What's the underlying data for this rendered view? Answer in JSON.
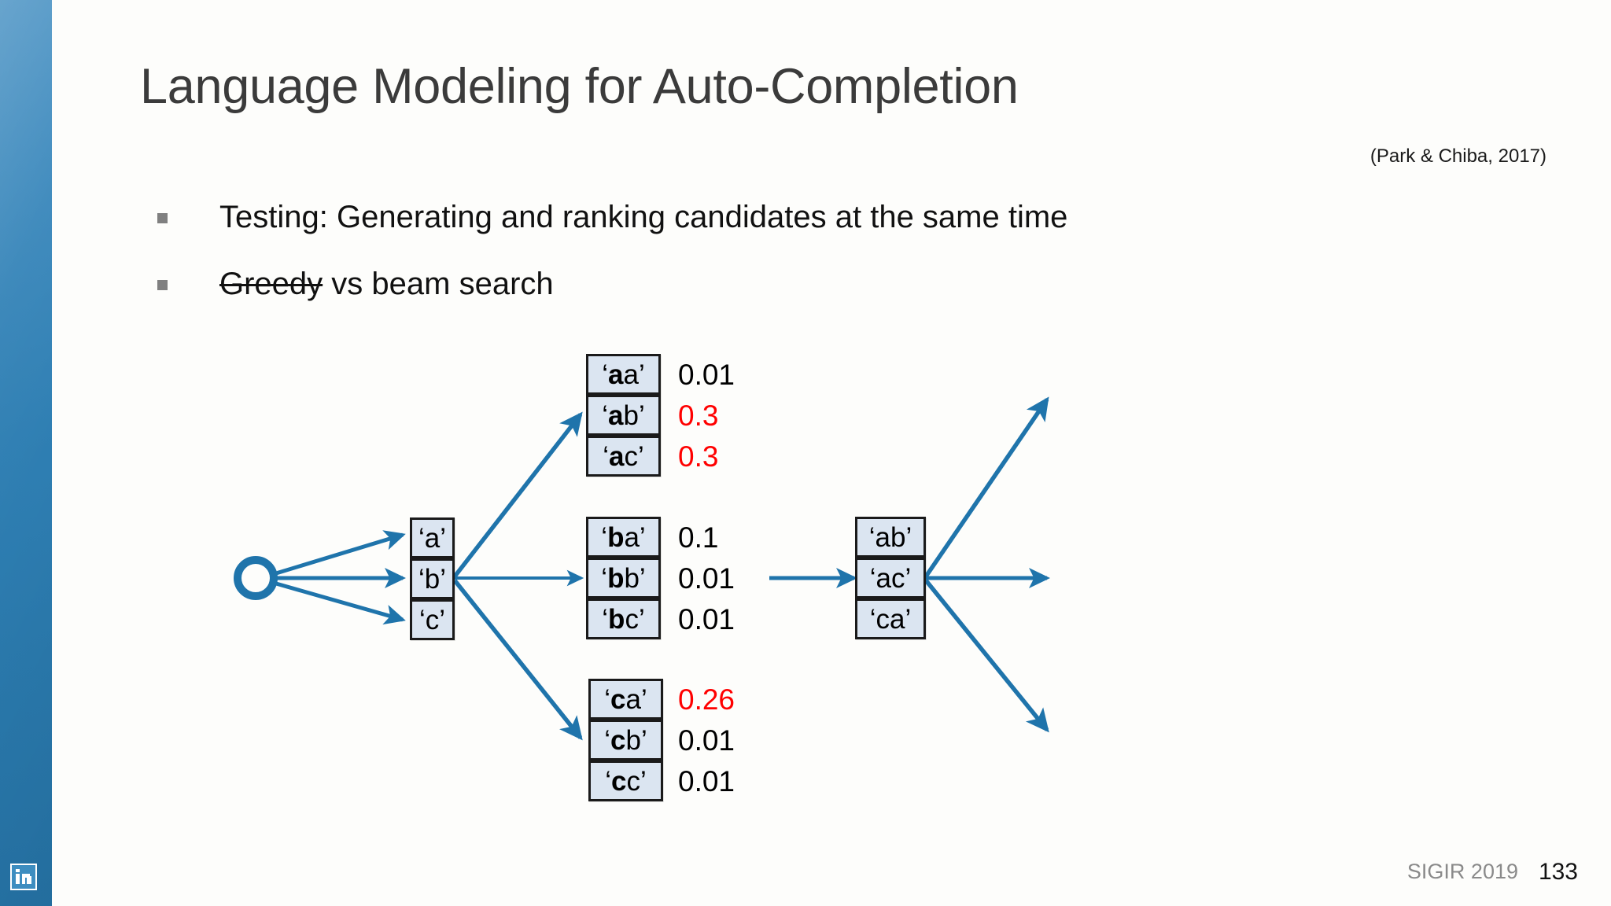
{
  "slide": {
    "title": "Language Modeling for Auto-Completion",
    "citation": "(Park & Chiba, 2017)",
    "accent_color": "#2f7fb3",
    "box_fill_color": "#dbe5f1",
    "arrow_color": "#1f74ab",
    "highlight_color": "#ff0000"
  },
  "bullets": [
    {
      "text": "Testing: Generating and ranking candidates at the same time",
      "struck_prefix": ""
    },
    {
      "text": " vs beam search",
      "struck_prefix": "Greedy"
    }
  ],
  "diagram": {
    "root": {
      "name": "root-node",
      "label": ""
    },
    "level1": [
      {
        "id": "a",
        "quote_open": "‘",
        "bold": "a",
        "rest": "",
        "quote_close": "’"
      },
      {
        "id": "b",
        "quote_open": "‘",
        "bold": "b",
        "rest": "",
        "quote_close": "’"
      },
      {
        "id": "c",
        "quote_open": "‘",
        "bold": "c",
        "rest": "",
        "quote_close": "’"
      }
    ],
    "level2_groups": [
      {
        "group": "a",
        "items": [
          {
            "id": "aa",
            "quote_open": "‘",
            "bold": "a",
            "rest": "a",
            "quote_close": "’",
            "prob": "0.01",
            "highlight": false
          },
          {
            "id": "ab",
            "quote_open": "‘",
            "bold": "a",
            "rest": "b",
            "quote_close": "’",
            "prob": "0.3",
            "highlight": true
          },
          {
            "id": "ac",
            "quote_open": "‘",
            "bold": "a",
            "rest": "c",
            "quote_close": "’",
            "prob": "0.3",
            "highlight": true
          }
        ]
      },
      {
        "group": "b",
        "items": [
          {
            "id": "ba",
            "quote_open": "‘",
            "bold": "b",
            "rest": "a",
            "quote_close": "’",
            "prob": "0.1",
            "highlight": false
          },
          {
            "id": "bb",
            "quote_open": "‘",
            "bold": "b",
            "rest": "b",
            "quote_close": "’",
            "prob": "0.01",
            "highlight": false
          },
          {
            "id": "bc",
            "quote_open": "‘",
            "bold": "b",
            "rest": "c",
            "quote_close": "’",
            "prob": "0.01",
            "highlight": false
          }
        ]
      },
      {
        "group": "c",
        "items": [
          {
            "id": "ca",
            "quote_open": "‘",
            "bold": "c",
            "rest": "a",
            "quote_close": "’",
            "prob": "0.26",
            "highlight": true
          },
          {
            "id": "cb",
            "quote_open": "‘",
            "bold": "c",
            "rest": "b",
            "quote_close": "’",
            "prob": "0.01",
            "highlight": false
          },
          {
            "id": "cc",
            "quote_open": "‘",
            "bold": "c",
            "rest": "c",
            "quote_close": "’",
            "prob": "0.01",
            "highlight": false
          }
        ]
      }
    ],
    "beam": [
      {
        "id": "beam-ab",
        "quote_open": "‘",
        "bold": "",
        "rest": "ab",
        "quote_close": "’"
      },
      {
        "id": "beam-ac",
        "quote_open": "‘",
        "bold": "",
        "rest": "ac",
        "quote_close": "’"
      },
      {
        "id": "beam-ca",
        "quote_open": "‘",
        "bold": "",
        "rest": "ca",
        "quote_close": "’"
      }
    ]
  },
  "footer": {
    "conference": "SIGIR 2019",
    "page_number": "133"
  }
}
